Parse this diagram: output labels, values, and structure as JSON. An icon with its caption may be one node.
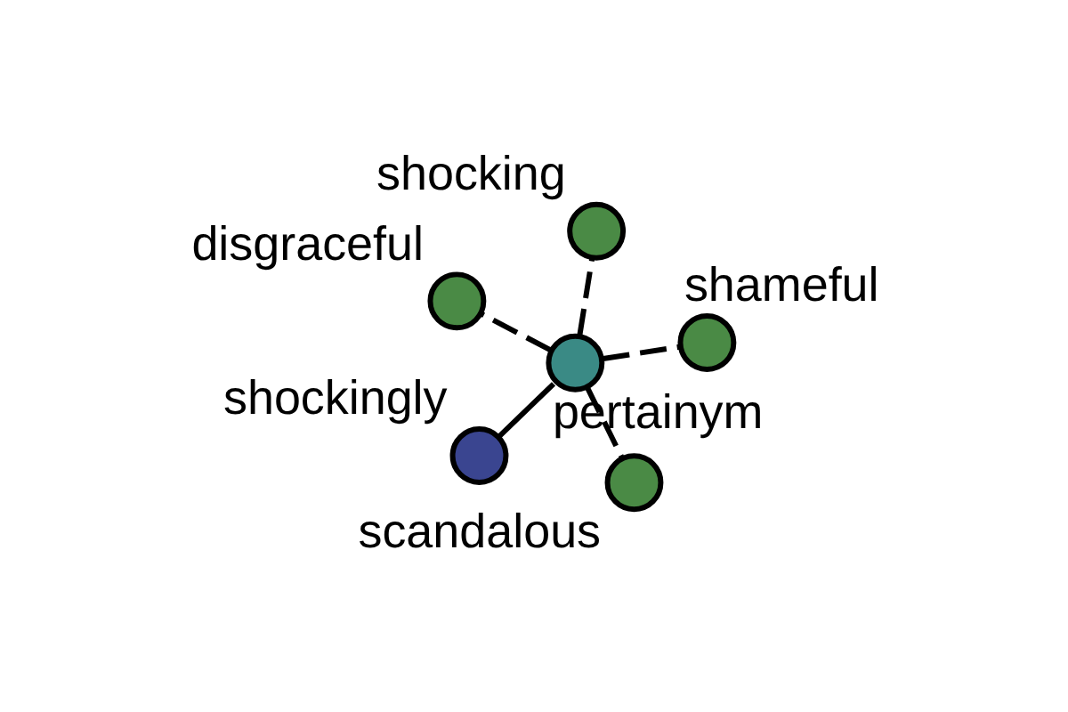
{
  "diagram": {
    "nodes": [
      {
        "text": [
          "shockingly"
        ]
      },
      {
        "text": [
          "pertainym"
        ]
      },
      {
        "text": [
          "scandalous"
        ]
      },
      {
        "text": [
          "shocking"
        ]
      },
      {
        "text": [
          "shameful"
        ]
      },
      {
        "text": [
          "disgraceful"
        ]
      }
    ],
    "edges": [
      {
        "from": 0,
        "to": 1,
        "arrow": "none"
      },
      {
        "from": 1,
        "to": 2,
        "arrow": "none",
        "style": "dashed"
      },
      {
        "from": 1,
        "to": 3,
        "arrow": "none",
        "style": "dashed"
      },
      {
        "from": 1,
        "to": 4,
        "arrow": "none",
        "style": "dashed"
      },
      {
        "from": 1,
        "to": 5,
        "arrow": "none",
        "style": "dashed"
      }
    ]
  }
}
